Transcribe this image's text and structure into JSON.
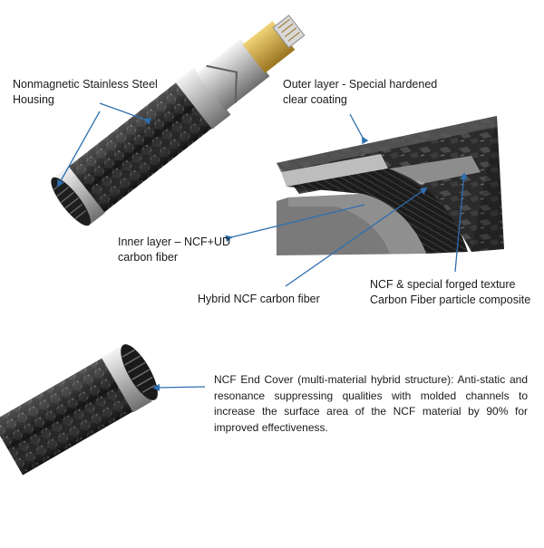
{
  "labels": {
    "housing": "Nonmagnetic Stainless Steel\nHousing",
    "outer_layer": "Outer layer - Special hardened\nclear coating",
    "inner_layer": "Inner layer – NCF+UD\ncarbon fiber",
    "hybrid": "Hybrid NCF carbon fiber",
    "ncf_forged": "NCF & special forged texture\nCarbon Fiber particle composite",
    "end_cover": "NCF End Cover (multi-material hybrid structure): Anti-static and resonance suppressing qualities with molded channels to increase the surface area of the NCF material by 90% for improved effectiveness."
  },
  "colors": {
    "arrow": "#2e6fb0",
    "carbon_dark": "#151515",
    "carbon_mid": "#3a3a3a",
    "steel": "#c8c8c8",
    "gold": "#c9a23a"
  }
}
